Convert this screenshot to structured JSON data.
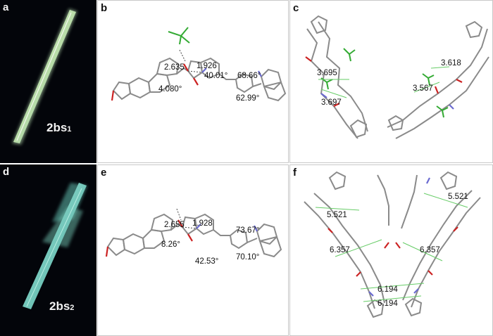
{
  "panels": {
    "a": {
      "label": "a",
      "crystal": "2bs",
      "sub": "1"
    },
    "b": {
      "label": "b",
      "measurements": [
        "1.926",
        "2.635",
        "4.080°",
        "40.01°",
        "68.66°",
        "62.99°"
      ]
    },
    "c": {
      "label": "c",
      "measurements": [
        "3.695",
        "3.697",
        "3.618",
        "3.567"
      ]
    },
    "d": {
      "label": "d",
      "crystal": "2bs",
      "sub": "2"
    },
    "e": {
      "label": "e",
      "measurements": [
        "1.928",
        "2.655",
        "8.26°",
        "42.53°",
        "73.67°",
        "70.10°"
      ]
    },
    "f": {
      "label": "f",
      "measurements": [
        "5.521",
        "5.521",
        "6.357",
        "6.357",
        "6.194",
        "6.194"
      ]
    }
  },
  "colors": {
    "bond": "#8a8a8a",
    "oxygen": "#cc2222",
    "nitrogen": "#6a6ad0",
    "chlorine": "#33aa33",
    "contact": "#66cc66",
    "crystal_glow": "#d8f0b8",
    "crystal_cyan": "#7fd9c4"
  }
}
